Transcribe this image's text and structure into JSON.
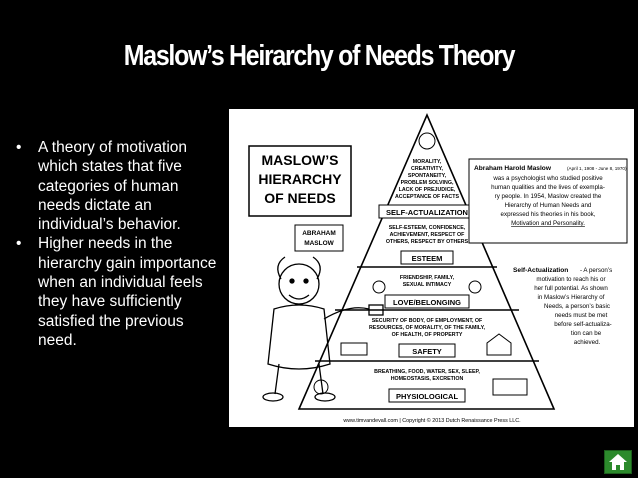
{
  "slide": {
    "title": "Maslow’s Heirarchy of Needs Theory",
    "bullets": [
      "A theory of motivation which states that five categories of human needs dictate an individual’s behavior.",
      "Higher needs in the hierarchy gain importance when an individual feels they have sufficiently satisfied the previous need."
    ],
    "bullet_glyph": "•"
  },
  "figure": {
    "heading_lines": [
      "MASLOW’S",
      "HIERARCHY",
      "OF NEEDS"
    ],
    "portrait_label": [
      "ABRAHAM",
      "MASLOW"
    ],
    "levels": [
      {
        "label": "SELF-ACTUALIZATION",
        "desc": [
          "MORALITY,",
          "CREATIVITY,",
          "SPONTANEITY,",
          "PROBLEM SOLVING,",
          "LACK OF PREJUDICE,",
          "ACCEPTANCE OF FACTS"
        ]
      },
      {
        "label": "ESTEEM",
        "desc": [
          "SELF-ESTEEM, CONFIDENCE,",
          "ACHIEVEMENT, RESPECT OF",
          "OTHERS, RESPECT BY OTHERS"
        ]
      },
      {
        "label": "LOVE/BELONGING",
        "desc": [
          "FRIENDSHIP, FAMILY,",
          "SEXUAL INTIMACY"
        ]
      },
      {
        "label": "SAFETY",
        "desc": [
          "SECURITY OF BODY, OF EMPLOYMENT, OF",
          "RESOURCES, OF MORALITY, OF THE FAMILY,",
          "OF HEALTH, OF PROPERTY"
        ]
      },
      {
        "label": "PHYSIOLOGICAL",
        "desc": [
          "BREATHING, FOOD, WATER, SEX, SLEEP,",
          "HOMEOSTASIS, EXCRETION"
        ]
      }
    ],
    "bio": {
      "name": "Abraham Harold Maslow",
      "dates": "(April 1, 1908 - June 8, 1970)",
      "lines": [
        "was a psychologist who studied positive",
        "human qualities and the lives of exempla-",
        "ry people. In 1954, Maslow created the",
        "Hierarchy of Human Needs and",
        "expressed his theories in his book,",
        "Motivation and Personality."
      ]
    },
    "self_act_note": {
      "term": "Self-Actualization",
      "lines": [
        "- A person’s",
        "motivation to reach his or",
        "her full potential. As shown",
        "in Maslow’s Hierarchy of",
        "Needs, a person’s basic",
        "needs must be met",
        "before self-actualiza-",
        "tion can be",
        "achieved."
      ]
    },
    "credit": "www.timvandevall.com | Copyright © 2013 Dutch Renaissance Press LLC."
  },
  "nav": {
    "home_icon": "home-icon",
    "color": "#2c8a2c"
  }
}
